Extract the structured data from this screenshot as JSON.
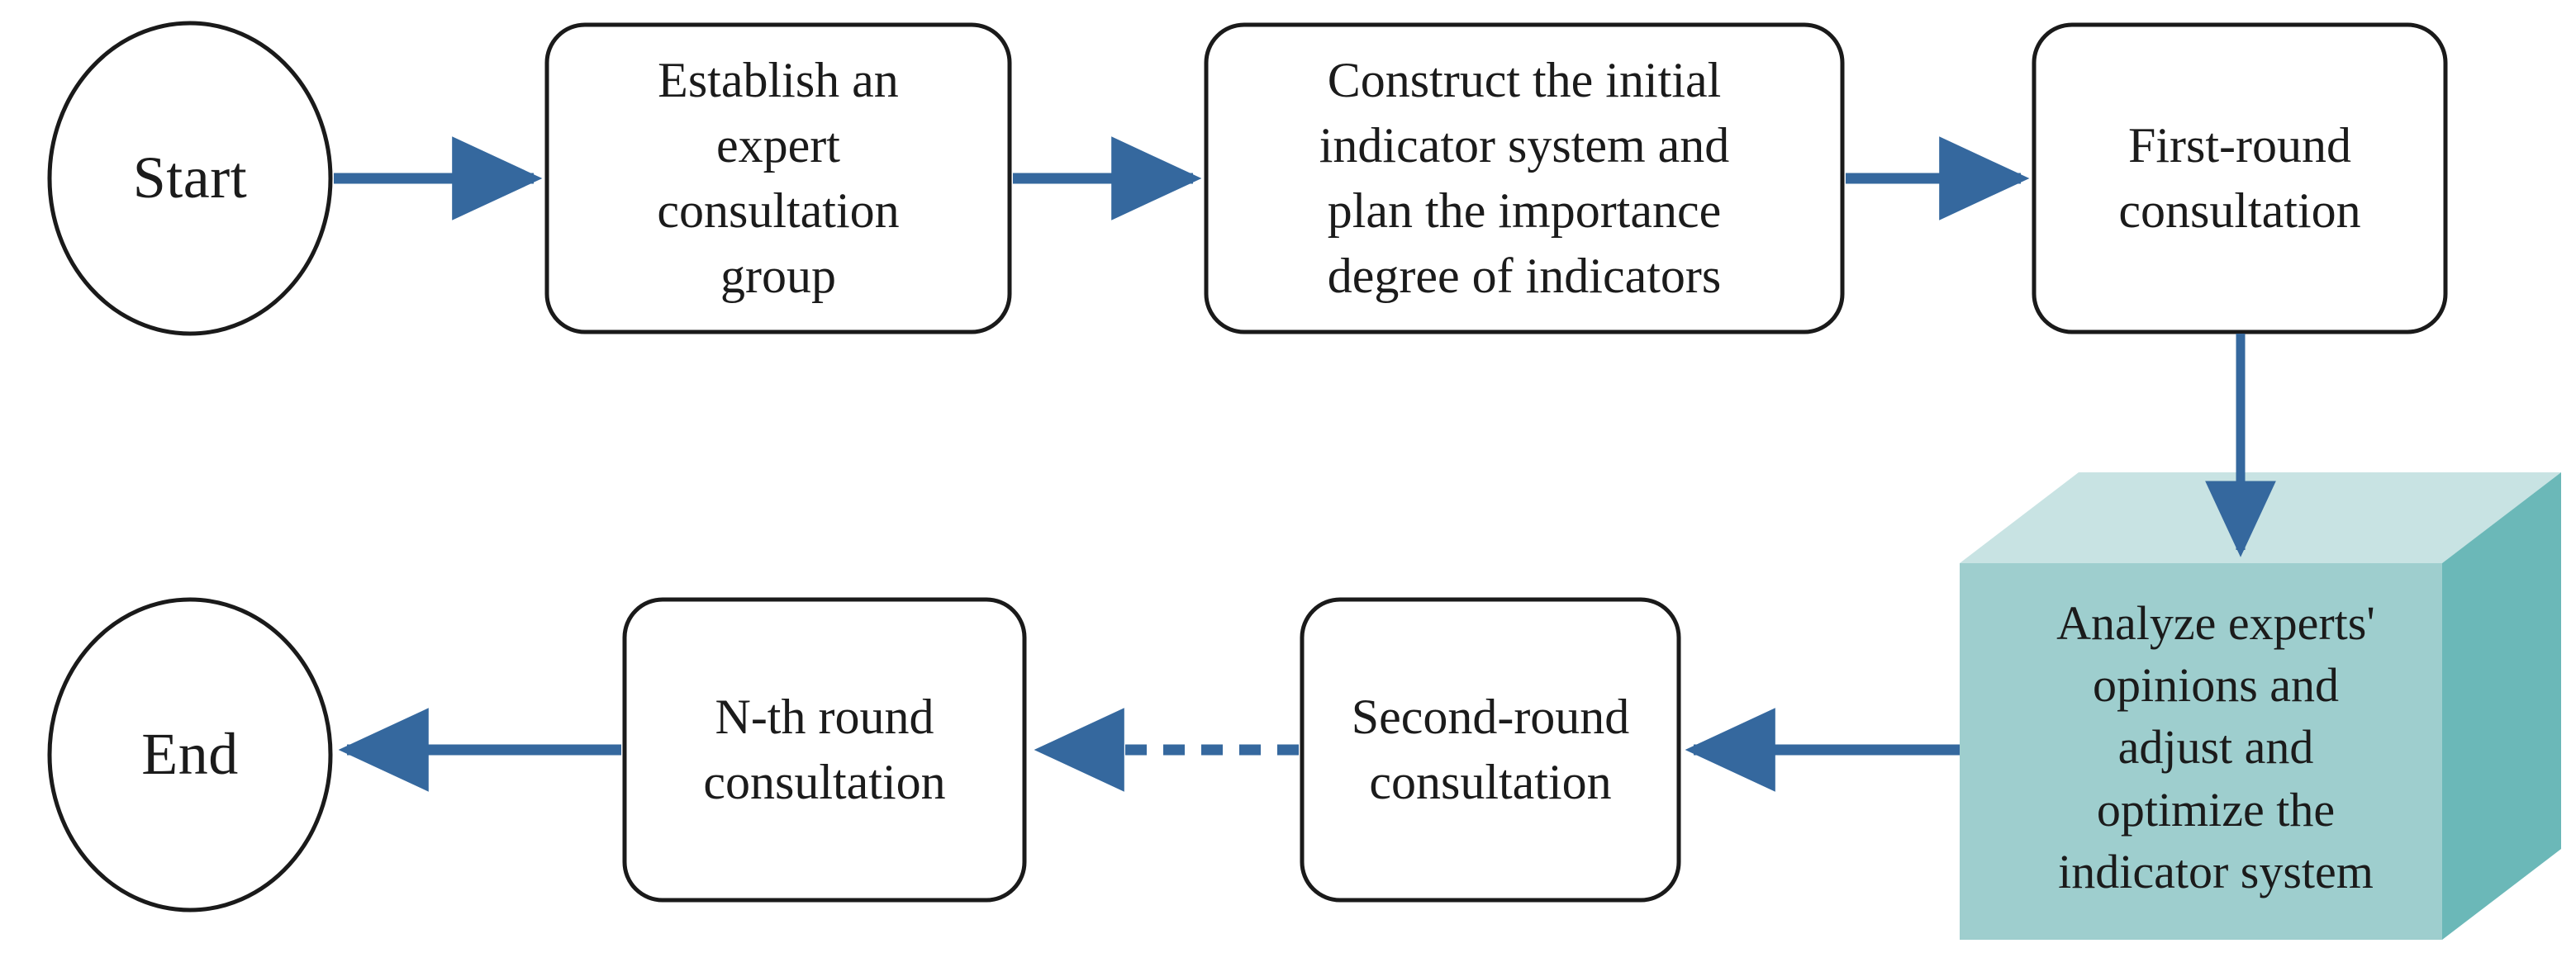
{
  "diagram": {
    "title": "Delphi expert consultation flowchart",
    "colors": {
      "arrow": "#35689e",
      "node_stroke": "#1a1a1a",
      "node_fill": "#ffffff",
      "cube_front": "#9ecece",
      "cube_top": "#c8e3e3",
      "cube_side": "#6bb8b8",
      "text": "#1b1b1b",
      "background": "#ffffff"
    },
    "nodes": [
      {
        "id": "start",
        "shape": "ellipse",
        "label": "Start",
        "row": "top"
      },
      {
        "id": "expert",
        "shape": "rounded-rect",
        "label": "Establish an\nexpert\nconsultation\ngroup",
        "row": "top"
      },
      {
        "id": "construct",
        "shape": "rounded-rect",
        "label": "Construct the initial\nindicator system and\nplan the importance\ndegree of indicators",
        "row": "top"
      },
      {
        "id": "firstround",
        "shape": "rounded-rect",
        "label": "First-round\nconsultation",
        "row": "top"
      },
      {
        "id": "analyze",
        "shape": "cube",
        "label": "Analyze experts'\nopinions and\nadjust and\noptimize the\nindicator system",
        "row": "right"
      },
      {
        "id": "secondround",
        "shape": "rounded-rect",
        "label": "Second-round\nconsultation",
        "row": "bottom"
      },
      {
        "id": "nthround",
        "shape": "rounded-rect",
        "label": "N-th round\nconsultation",
        "row": "bottom"
      },
      {
        "id": "end",
        "shape": "ellipse",
        "label": "End",
        "row": "bottom"
      }
    ],
    "edges": [
      {
        "from": "start",
        "to": "expert",
        "style": "solid",
        "direction": "right"
      },
      {
        "from": "expert",
        "to": "construct",
        "style": "solid",
        "direction": "right"
      },
      {
        "from": "construct",
        "to": "firstround",
        "style": "solid",
        "direction": "right"
      },
      {
        "from": "firstround",
        "to": "analyze",
        "style": "solid",
        "direction": "down"
      },
      {
        "from": "analyze",
        "to": "secondround",
        "style": "solid",
        "direction": "left"
      },
      {
        "from": "secondround",
        "to": "nthround",
        "style": "dotted",
        "direction": "left"
      },
      {
        "from": "nthround",
        "to": "end",
        "style": "solid",
        "direction": "left"
      }
    ]
  }
}
